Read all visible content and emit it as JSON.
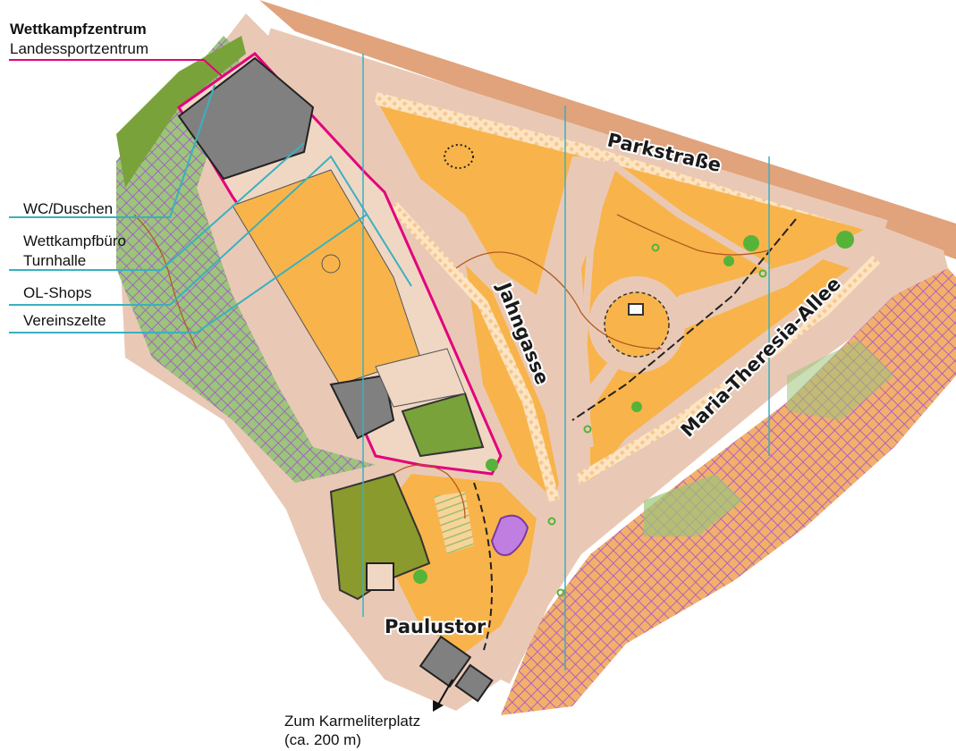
{
  "title": "Wettkampfzentrum",
  "subtitle": "Landessportzentrum",
  "legend_items": [
    {
      "label": "WC/Duschen"
    },
    {
      "label": "Wettkampfbüro"
    },
    {
      "label": "Turnhalle"
    },
    {
      "label": "OL-Shops"
    },
    {
      "label": "Vereinszelte"
    }
  ],
  "streets": {
    "parkstrasse": "Parkstraße",
    "jahngasse": "Jahngasse",
    "maria_theresia": "Maria-Theresia-Allee",
    "paulustor": "Paulustor"
  },
  "direction": {
    "line1": "Zum Karmeliterplatz",
    "line2": "(ca. 200 m)"
  },
  "colors": {
    "open_land": "#f8b44a",
    "road": "#e9c9b6",
    "paved": "#f0d7c4",
    "road_brown": "#e0a37c",
    "building": "#808080",
    "green": "#7aa23a",
    "olive": "#8a9a2c",
    "purple": "#a34fd6",
    "highlight": "#e4007c",
    "facility": "#3ab0c0",
    "contour": "#b25a1e"
  }
}
